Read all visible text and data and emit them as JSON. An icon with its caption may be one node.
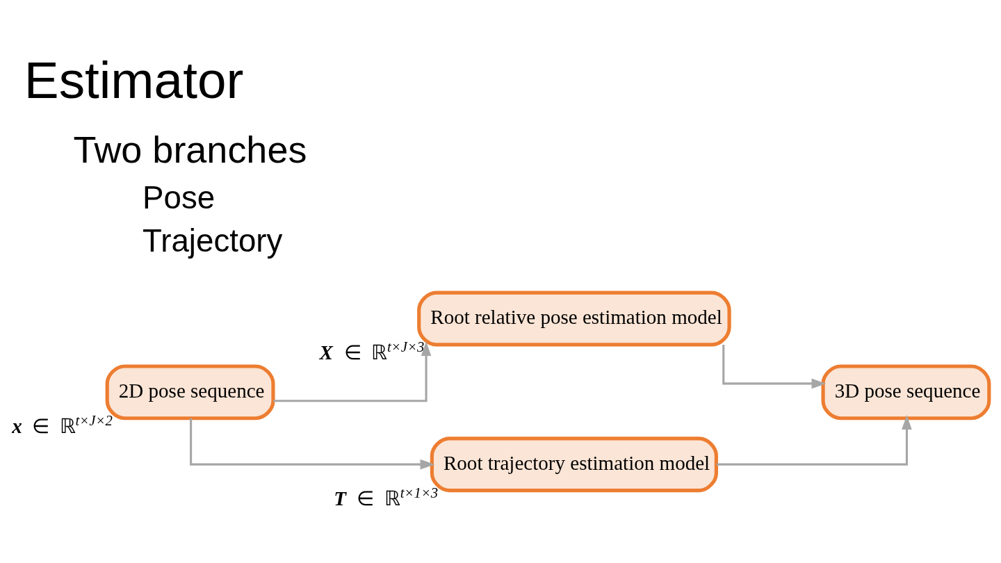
{
  "diagram": {
    "title": "Estimator",
    "nodes": [
      {
        "text": [
          "2D pose sequence"
        ],
        "beside": [
          "**x** ∈ ℝ$^{t×J×2}$"
        ]
      },
      {
        "text": [
          "Root relative pose estimation model"
        ],
        "beside": [
          "**X** ∈ ℝ$^{t×J×3}$"
        ]
      },
      {
        "text": [
          "Root trajectory estimation model"
        ],
        "beside": [
          "**T** ∈ ℝ$^{t×1×3}$"
        ]
      },
      {
        "text": [
          "3D pose sequence"
        ]
      }
    ],
    "edges": [
      {
        "from": 0,
        "to": 1,
        "arrow": "to"
      },
      {
        "from": 0,
        "to": 2,
        "arrow": "to"
      },
      {
        "from": 1,
        "to": 3,
        "arrow": "to"
      },
      {
        "from": 2,
        "to": 3,
        "arrow": "to"
      }
    ],
    "labels": [
      "Two branches",
      "Pose",
      "Trajectory"
    ]
  }
}
